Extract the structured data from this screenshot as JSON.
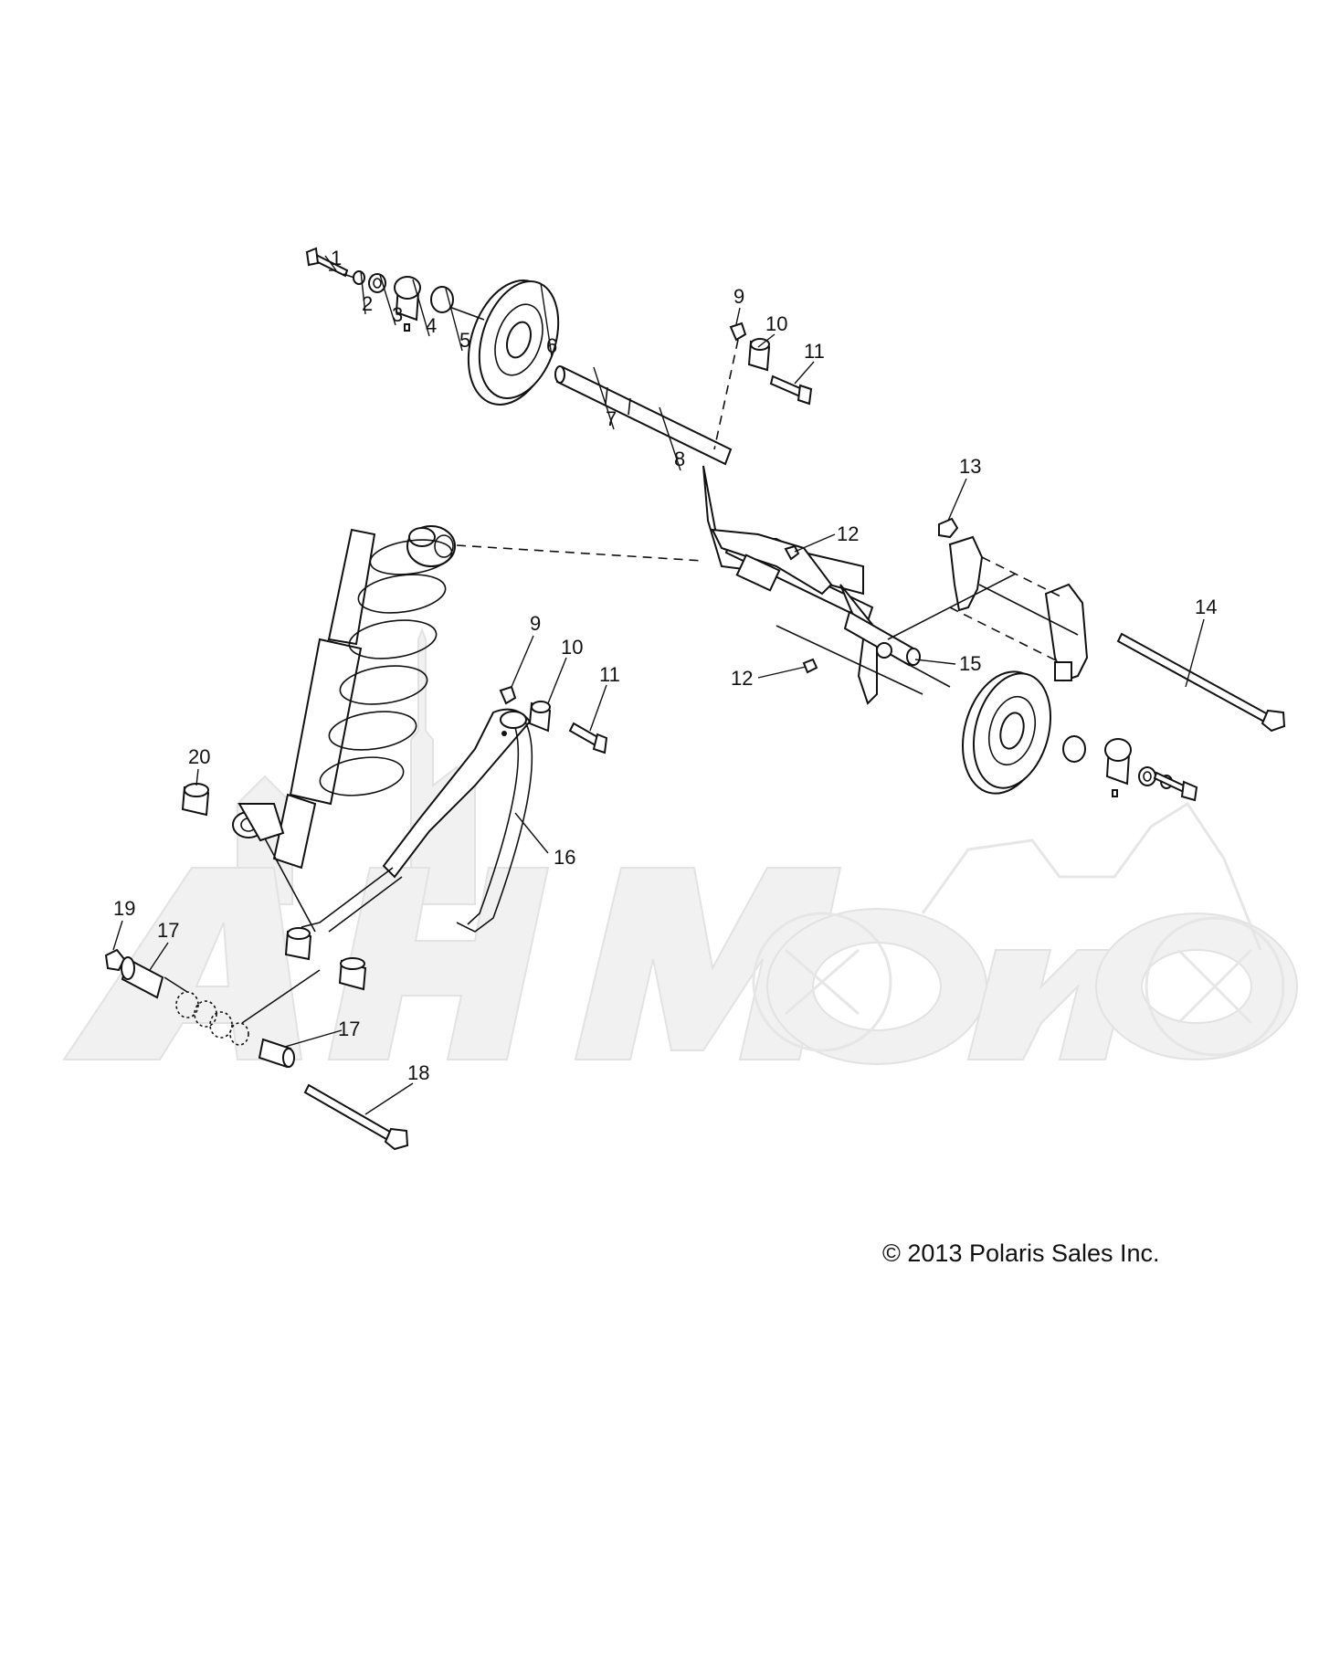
{
  "diagram": {
    "callouts": [
      "1",
      "2",
      "3",
      "4",
      "5",
      "6",
      "7",
      "8",
      "9",
      "10",
      "11",
      "12",
      "13",
      "14",
      "15",
      "16",
      "17",
      "18",
      "19",
      "20"
    ],
    "copyright": "© 2013 Polaris Sales Inc."
  }
}
